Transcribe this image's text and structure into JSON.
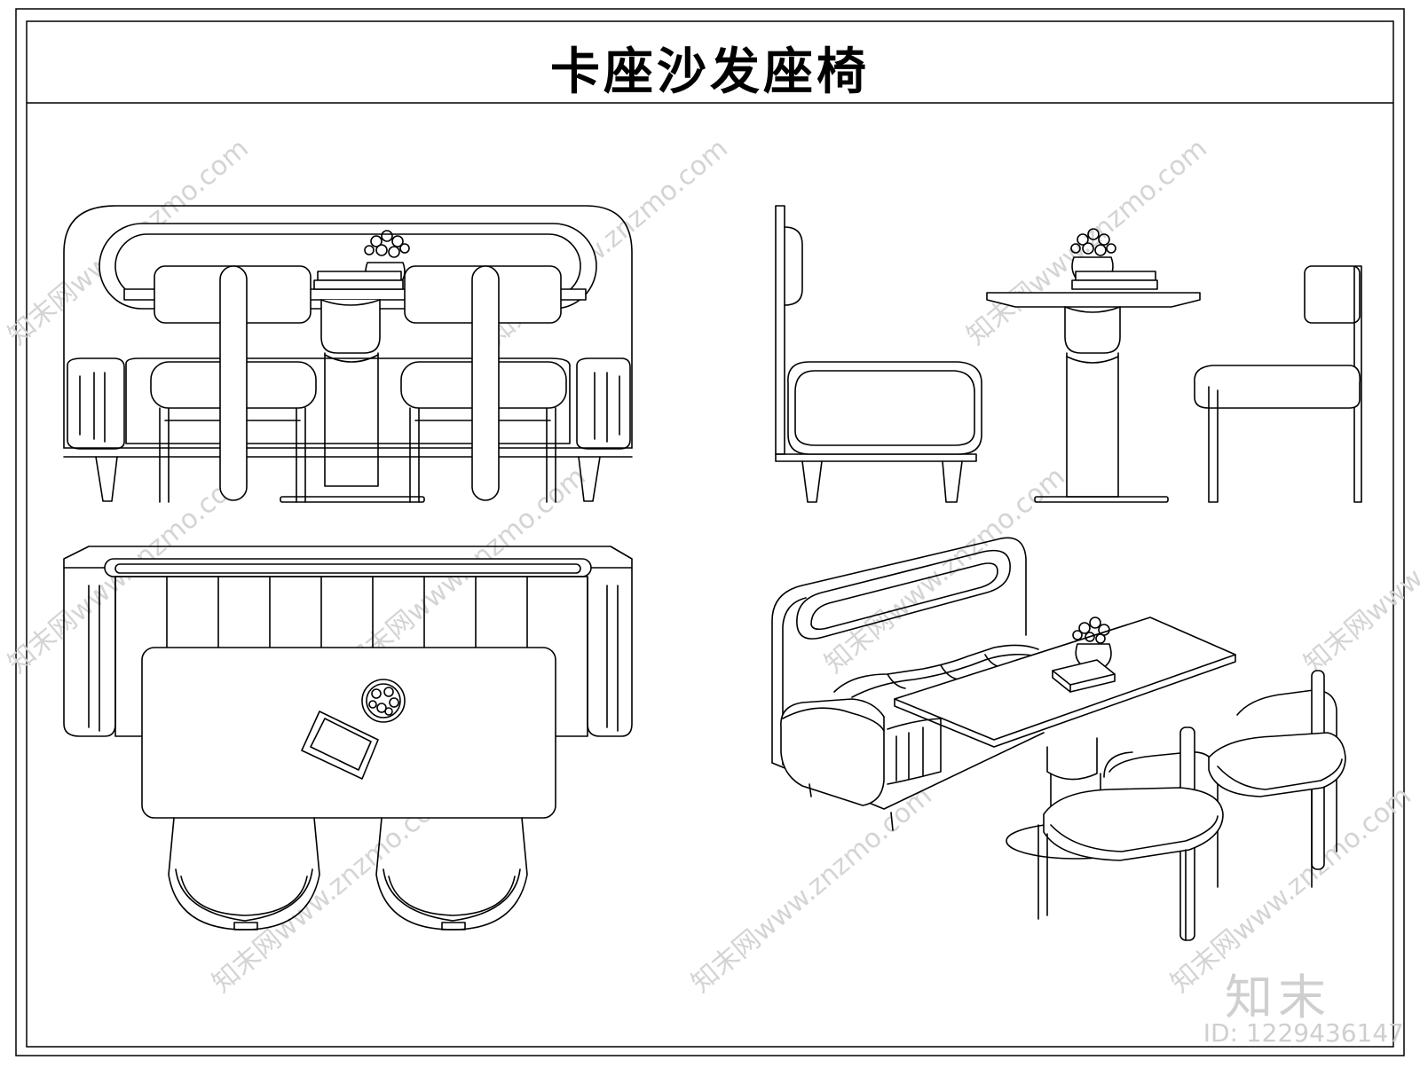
{
  "title": "卡座沙发座椅",
  "brand": "知末",
  "id_label": "ID: 1229436147",
  "watermark": "知末网www.znzmo.com",
  "colors": {
    "line": "#000000",
    "watermark": "#d4d4d4",
    "background": "#ffffff"
  }
}
